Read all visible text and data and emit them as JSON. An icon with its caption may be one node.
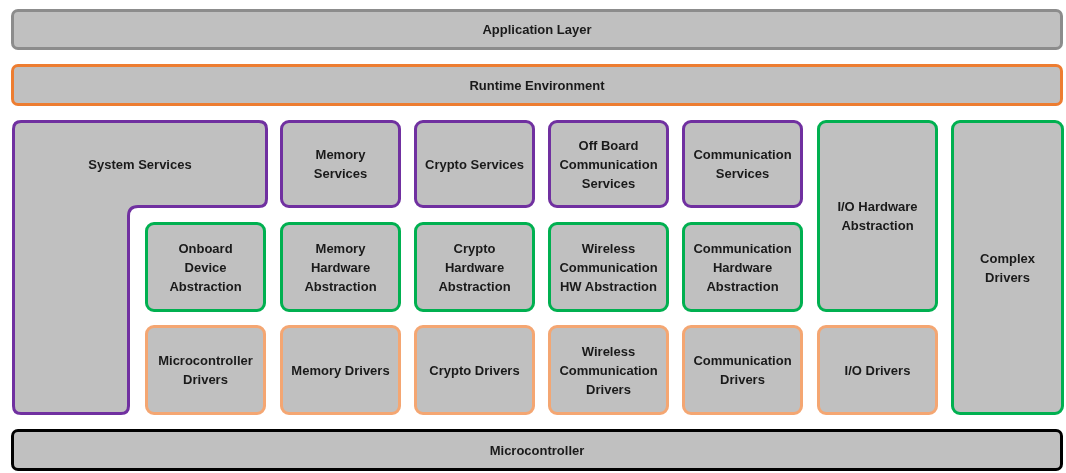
{
  "diagram": {
    "nodes": [
      {
        "text": [
          "Application Layer"
        ]
      },
      {
        "text": [
          "Runtime Environment"
        ]
      },
      {
        "text": [
          "System Services"
        ]
      },
      {
        "text": [
          "Memory Services"
        ]
      },
      {
        "text": [
          "Crypto Services"
        ]
      },
      {
        "text": [
          "Off Board Communication Services"
        ]
      },
      {
        "text": [
          "Communication Services"
        ]
      },
      {
        "text": [
          "I/O Hardware Abstraction"
        ]
      },
      {
        "text": [
          "Complex Drivers"
        ]
      },
      {
        "text": [
          "Onboard Device Abstraction"
        ]
      },
      {
        "text": [
          "Memory Hardware Abstraction"
        ]
      },
      {
        "text": [
          "Crypto Hardware Abstraction"
        ]
      },
      {
        "text": [
          "Wireless Communication HW Abstraction"
        ]
      },
      {
        "text": [
          "Communication Hardware Abstraction"
        ]
      },
      {
        "text": [
          "Microcontroller Drivers"
        ]
      },
      {
        "text": [
          "Memory Drivers"
        ]
      },
      {
        "text": [
          "Crypto Drivers"
        ]
      },
      {
        "text": [
          "Wireless Communication Drivers"
        ]
      },
      {
        "text": [
          "Communication Drivers"
        ]
      },
      {
        "text": [
          "I/O Drivers"
        ]
      },
      {
        "text": [
          "Microcontroller"
        ]
      }
    ]
  }
}
